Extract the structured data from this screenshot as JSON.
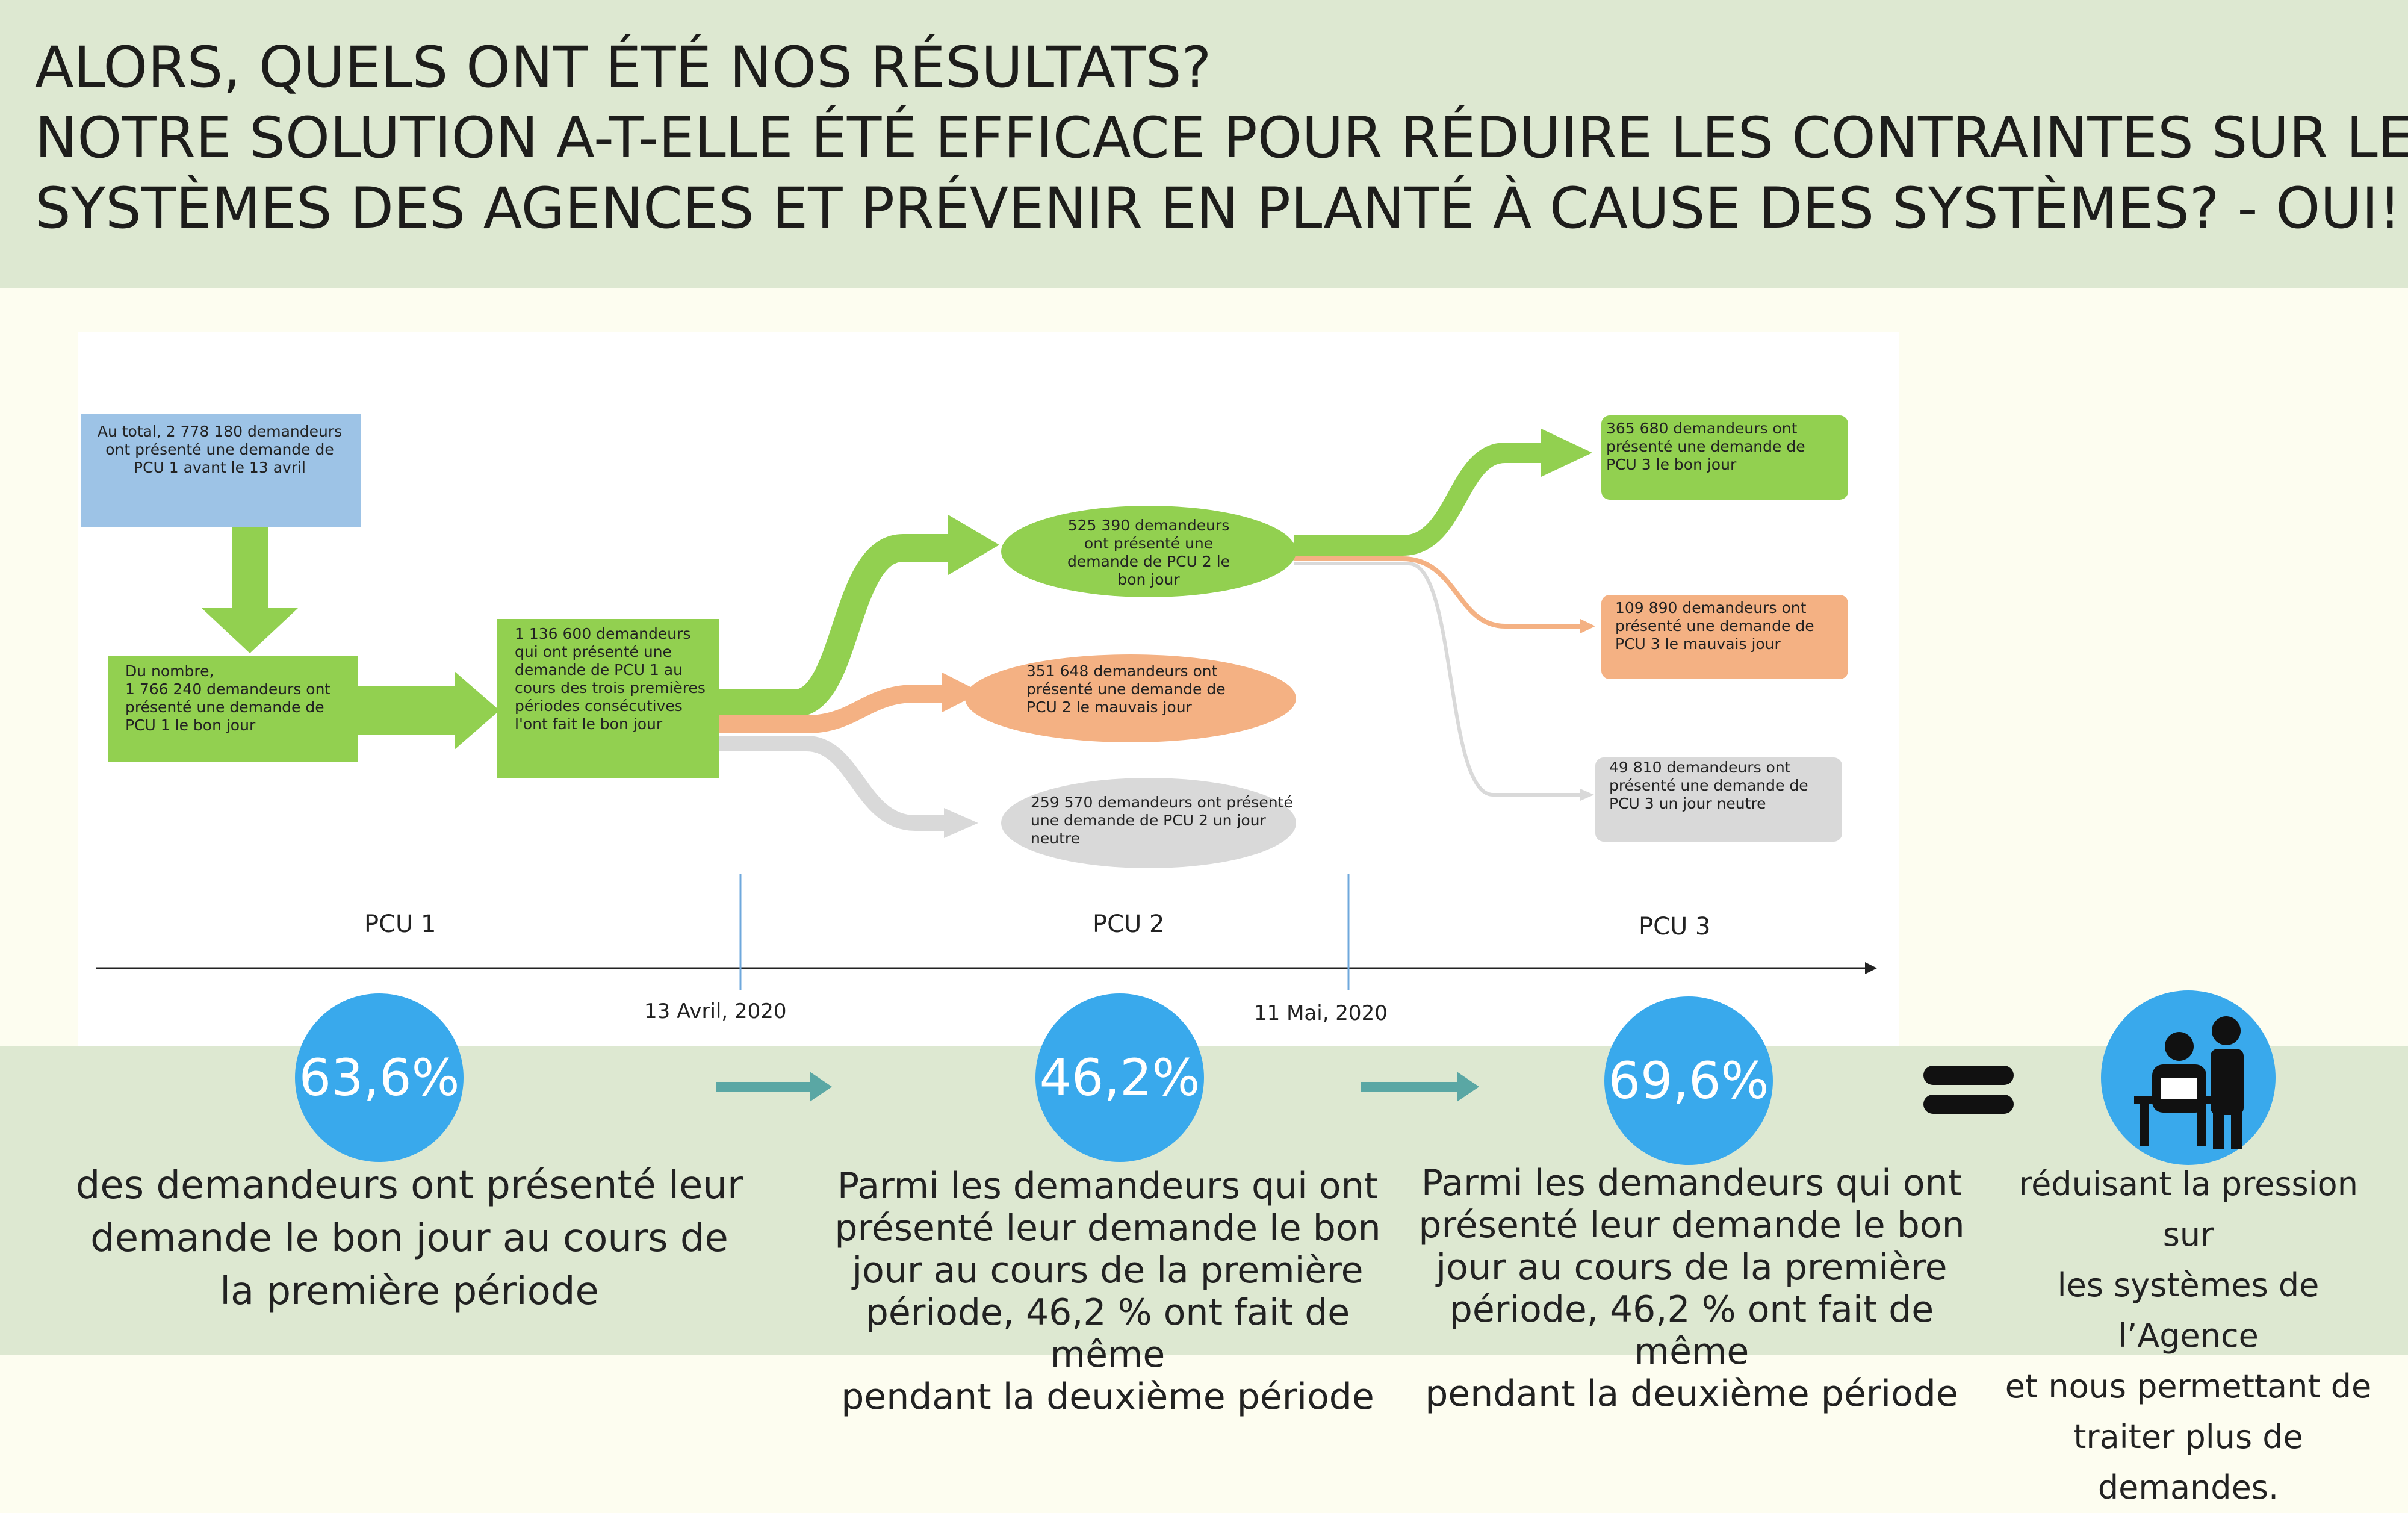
{
  "header": {
    "line1": "ALORS, QUELS ONT ÉTÉ NOS RÉSULTATS?",
    "line2": "NOTRE SOLUTION A-T-ELLE ÉTÉ EFFICACE POUR RÉDUIRE LES CONTRAINTES SUR LES",
    "line3": "SYSTÈMES DES AGENCES ET PRÉVENIR EN PLANTÉ À CAUSE DES SYSTÈMES? - OUI!"
  },
  "flow": {
    "total": [
      "Au total, 2 778 180 demandeurs",
      "ont présenté une demande de",
      "PCU 1 avant le 13 avril"
    ],
    "good_day": [
      "Du nombre,",
      "1 766 240 demandeurs ont",
      "présenté une demande de",
      "PCU 1 le bon jour"
    ],
    "three_periods": [
      "1 136 600 demandeurs",
      "qui ont présenté une",
      "demande de PCU 1 au",
      "cours des trois premières",
      "périodes consécutives",
      "l'ont fait le bon jour"
    ],
    "pcu2_good": [
      "525 390 demandeurs",
      "ont présenté une",
      "demande de PCU 2 le",
      "bon jour"
    ],
    "pcu2_bad": [
      "351 648 demandeurs ont",
      "présenté une demande de",
      "PCU 2 le mauvais jour"
    ],
    "pcu2_neutral": [
      "259 570 demandeurs ont présenté",
      "une demande de PCU 2 un jour",
      "neutre"
    ],
    "pcu3_good": [
      "365 680 demandeurs ont",
      "présenté une demande de",
      "PCU 3 le bon jour"
    ],
    "pcu3_bad": [
      "109 890 demandeurs ont",
      "présenté une demande de",
      "PCU 3 le mauvais jour"
    ],
    "pcu3_neutral": [
      "49 810 demandeurs ont",
      "présenté une demande de",
      "PCU 3 un jour neutre"
    ]
  },
  "timeline": {
    "periods": [
      "PCU 1",
      "PCU 2",
      "PCU 3"
    ],
    "dates": [
      "13 Avril, 2020",
      "11 Mai, 2020"
    ]
  },
  "stats": [
    {
      "value": "63,6%",
      "desc": [
        "des demandeurs ont présenté leur",
        "demande le bon jour au cours de",
        "la première période"
      ]
    },
    {
      "value": "46,2%",
      "desc": [
        "Parmi les demandeurs qui ont",
        "présenté leur demande le bon",
        "jour au cours de la première",
        "période, 46,2 % ont fait de même",
        "pendant la deuxième période"
      ]
    },
    {
      "value": "69,6%",
      "desc": [
        "Parmi les demandeurs qui ont",
        "présenté leur demande le bon",
        "jour au cours de la première",
        "période, 46,2 % ont fait de même",
        "pendant la deuxième période"
      ]
    }
  ],
  "conclusion": [
    "réduisant la pression sur",
    "les systèmes de l’Agence",
    "et nous permettant de",
    "traiter plus de demandes."
  ],
  "icons": {
    "equals": "equals-icon",
    "people": "office-workers-icon"
  },
  "colors": {
    "green": "#92d050",
    "orange": "#f4b183",
    "grey": "#d9d9d9",
    "blue_box": "#9dc3e6",
    "stat_blue": "#39a9ec",
    "teal_arrow": "#5aa7a4"
  }
}
